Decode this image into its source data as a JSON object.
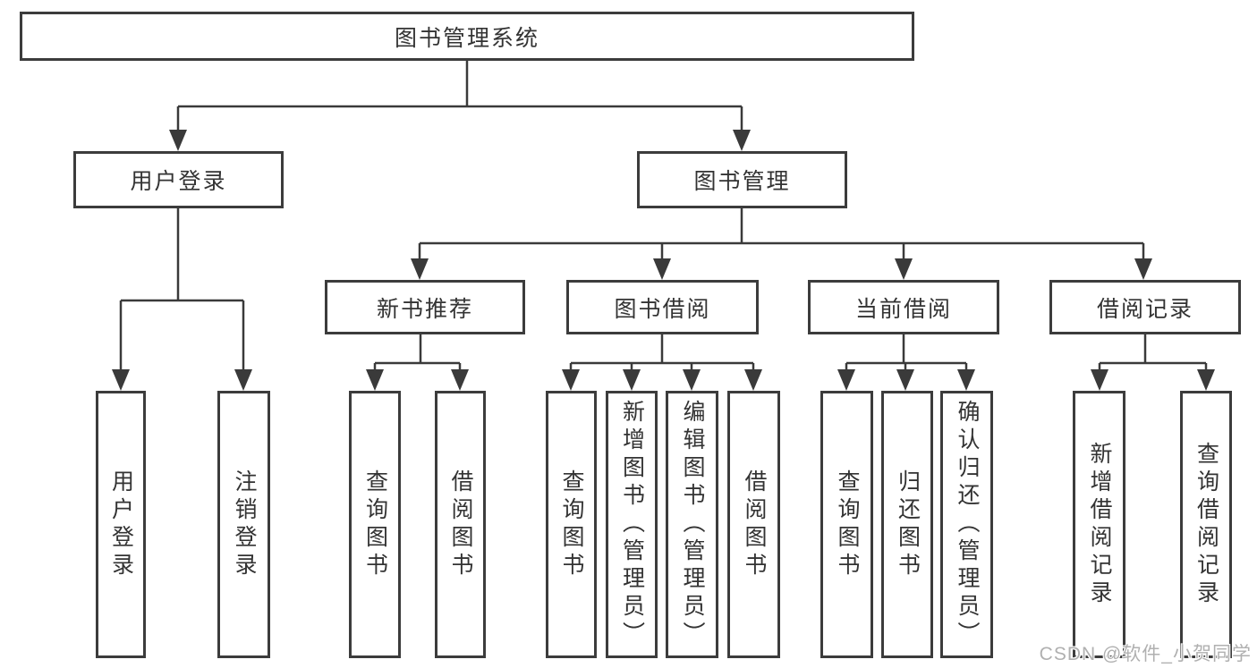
{
  "diagram_title": "图书管理系统",
  "tree": {
    "root": {
      "label": "图书管理系统"
    },
    "branches": [
      {
        "label": "用户登录",
        "children": [
          {
            "label": "用户登录"
          },
          {
            "label": "注销登录"
          }
        ]
      },
      {
        "label": "图书管理",
        "children": [
          {
            "label": "新书推荐",
            "children": [
              {
                "label": "查询图书"
              },
              {
                "label": "借阅图书"
              }
            ]
          },
          {
            "label": "图书借阅",
            "children": [
              {
                "label": "查询图书"
              },
              {
                "label": "新增图书（管理员）"
              },
              {
                "label": "编辑图书（管理员）"
              },
              {
                "label": "借阅图书"
              }
            ]
          },
          {
            "label": "当前借阅",
            "children": [
              {
                "label": "查询图书"
              },
              {
                "label": "归还图书"
              },
              {
                "label": "确认归还（管理员）"
              }
            ]
          },
          {
            "label": "借阅记录",
            "children": [
              {
                "label": "新增借阅记录"
              },
              {
                "label": "查询借阅记录"
              }
            ]
          }
        ]
      }
    ]
  },
  "watermark": {
    "text": "CSDN @软件_小贺同学"
  },
  "colors": {
    "line": "#3a3a3a",
    "box_border": "#3c3c3c",
    "text": "#333333",
    "watermark": "#b0b0b0",
    "background": "#ffffff"
  }
}
